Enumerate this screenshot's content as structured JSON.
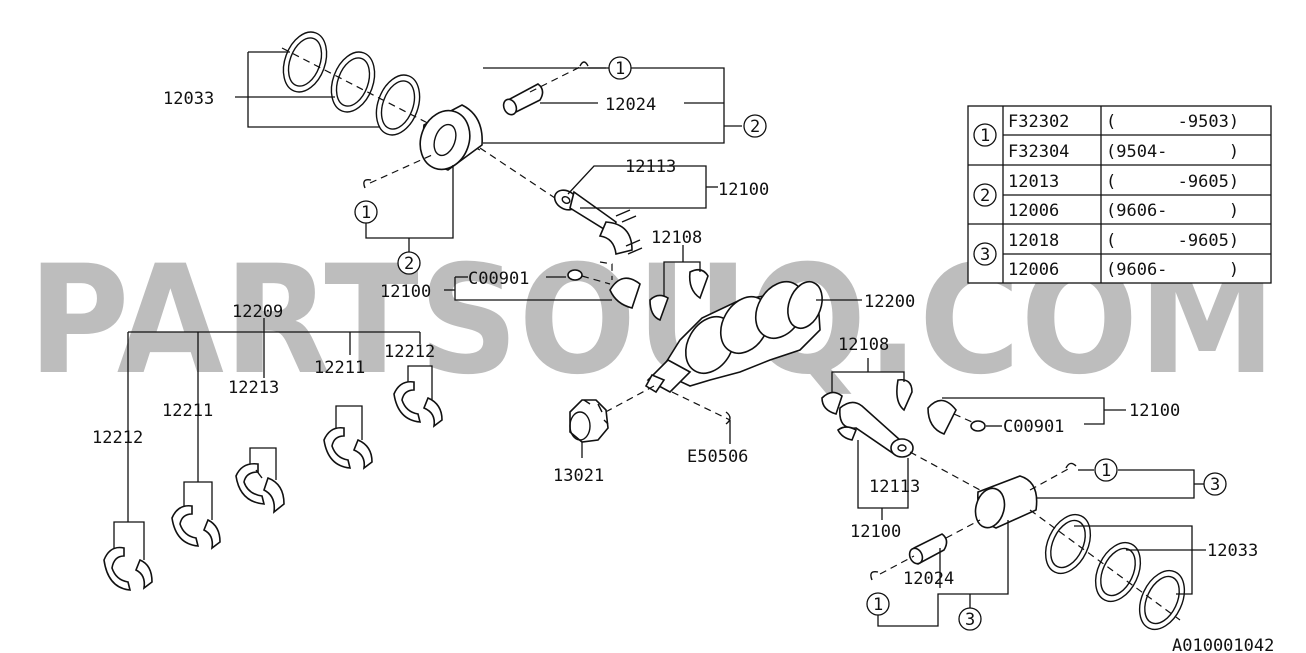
{
  "watermark": "PARTSOUQ.COM",
  "diagram_code": "A010001042",
  "callouts": {
    "c1": "12033",
    "c2": "12024",
    "c3": "12113",
    "c4": "12100",
    "c5": "12108",
    "c6": "C00901",
    "c7": "12100",
    "c8": "12200",
    "c9": "12209",
    "c10": "12212",
    "c11": "12213",
    "c12": "12211",
    "c13": "12211",
    "c14": "12212",
    "c15": "13021",
    "c16": "E50506",
    "c17": "12108",
    "c18": "12100",
    "c19": "C00901",
    "c20": "12113",
    "c21": "12100",
    "c22": "12033",
    "c23": "12024",
    "c24": "A010001042"
  },
  "markers": {
    "m1": "1",
    "m2": "2",
    "m3": "1",
    "m4": "2",
    "m5": "1",
    "m6": "3",
    "m7": "1",
    "m8": "3"
  },
  "table": {
    "rows": [
      {
        "ref": "1",
        "parts": [
          {
            "number": "F32302",
            "range": "(      -9503)"
          },
          {
            "number": "F32304",
            "range": "(9504-      )"
          }
        ]
      },
      {
        "ref": "2",
        "parts": [
          {
            "number": "12013",
            "range": "(      -9605)"
          },
          {
            "number": "12006",
            "range": "(9606-      )"
          }
        ]
      },
      {
        "ref": "3",
        "parts": [
          {
            "number": "12018",
            "range": "(      -9605)"
          },
          {
            "number": "12006",
            "range": "(9606-      )"
          }
        ]
      }
    ]
  }
}
